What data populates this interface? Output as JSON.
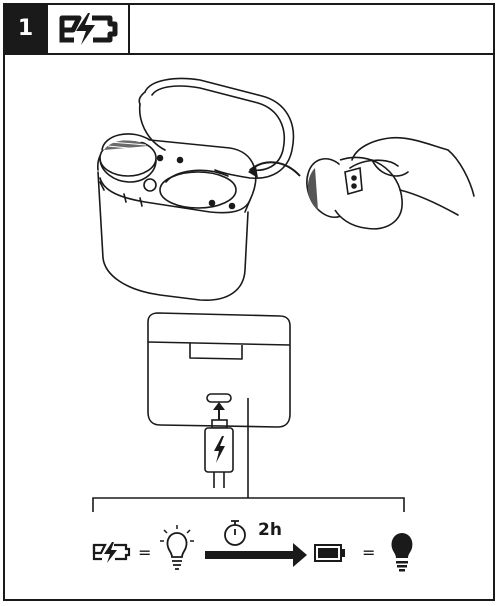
{
  "header": {
    "step_number": "1",
    "icon": "charging-battery-icon"
  },
  "illustrations": {
    "top": "earbuds-inserted-into-open-case",
    "middle": "closed-case-with-usb-c-cable"
  },
  "legend": {
    "charging_icon": "charging-battery-icon",
    "equals_1": "=",
    "status_light_1": "light-blinking-icon",
    "timer_icon": "timer-icon",
    "duration": "2h",
    "arrow": "arrow-right-icon",
    "full_battery_icon": "full-battery-icon",
    "equals_2": "=",
    "status_light_2": "light-on-icon"
  },
  "colors": {
    "ink": "#1a1a1a",
    "paper": "#ffffff"
  }
}
